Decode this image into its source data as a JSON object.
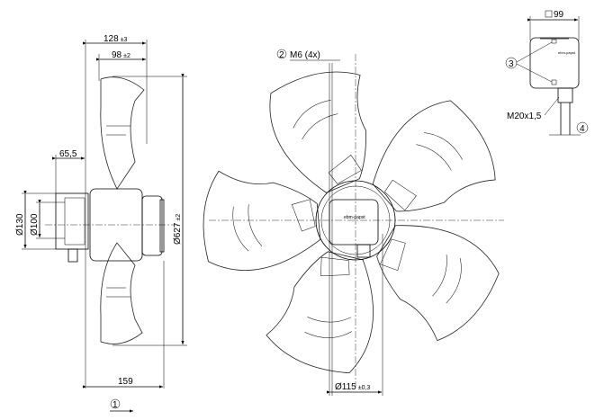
{
  "side_view": {
    "dim_overall_depth": "128",
    "dim_overall_depth_tol": "±3",
    "dim_blade_depth": "98",
    "dim_blade_depth_tol": "±2",
    "dim_motor_offset": "65,5",
    "dim_dia_130": "Ø130",
    "dim_dia_100": "Ø100",
    "dim_dia_627": "Ø627",
    "dim_dia_627_tol": "±2",
    "dim_total_length": "159",
    "callout_1": "1"
  },
  "front_view": {
    "callout_2": "2",
    "thread_label": "M6 (4x)",
    "dim_dia_115": "Ø115",
    "dim_dia_115_tol": "±0,3",
    "logo": "ebm-papst",
    "blade_count": 5
  },
  "terminal_box": {
    "dim_square": "99",
    "callout_3": "3",
    "gland_label": "M20x1,5",
    "callout_4": "4",
    "logo": "ebm-papst"
  }
}
